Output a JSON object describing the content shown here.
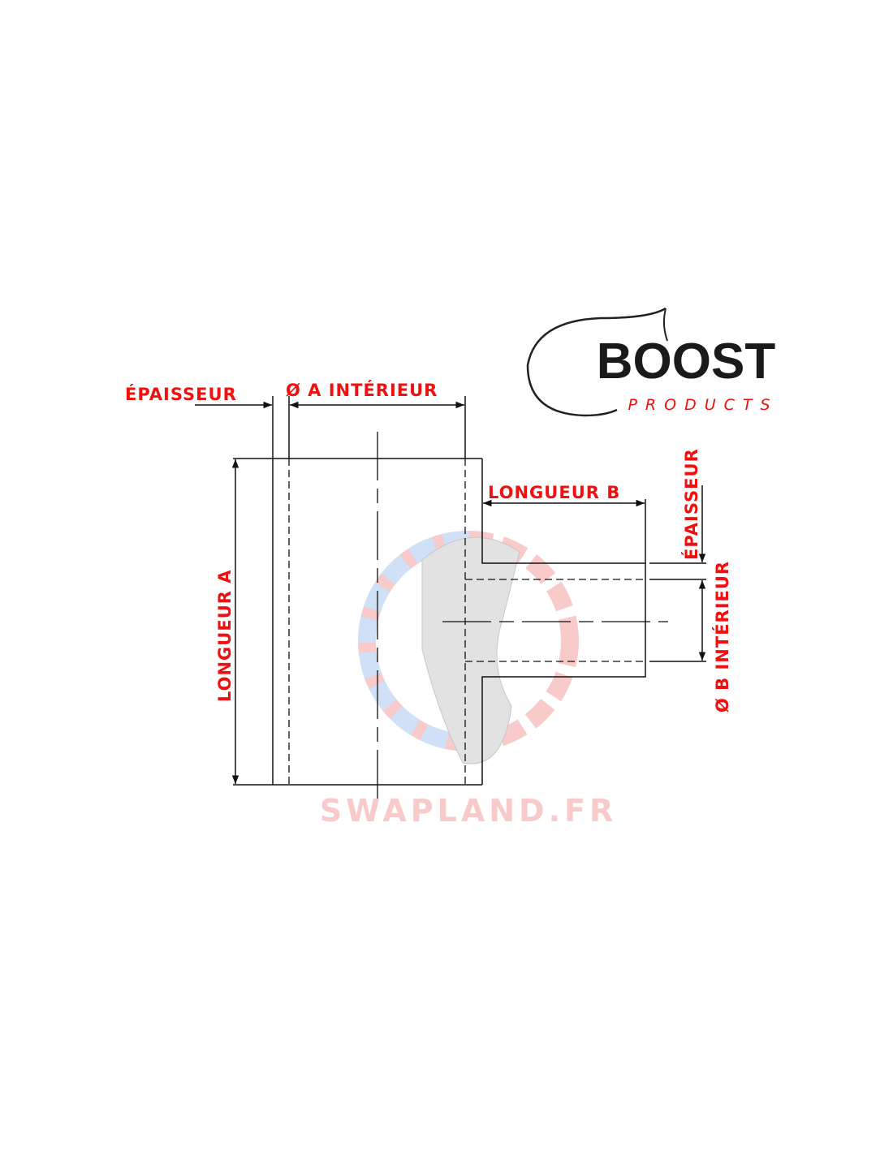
{
  "logo": {
    "brand": "BOOST",
    "sub": "PRODUCTS"
  },
  "labels": {
    "epaisseur_a": "ÉPAISSEUR",
    "diam_a": "Ø A INTÉRIEUR",
    "longueur_a": "LONGUEUR A",
    "longueur_b": "LONGUEUR B",
    "epaisseur_b": "ÉPAISSEUR",
    "diam_b": "Ø B INTÉRIEUR"
  },
  "watermark": "SWAPLAND.FR",
  "colors": {
    "label": "#f01010",
    "line": "#111111",
    "watermark_red": "#f4a0a0",
    "watermark_blue": "#a9c8f2"
  }
}
